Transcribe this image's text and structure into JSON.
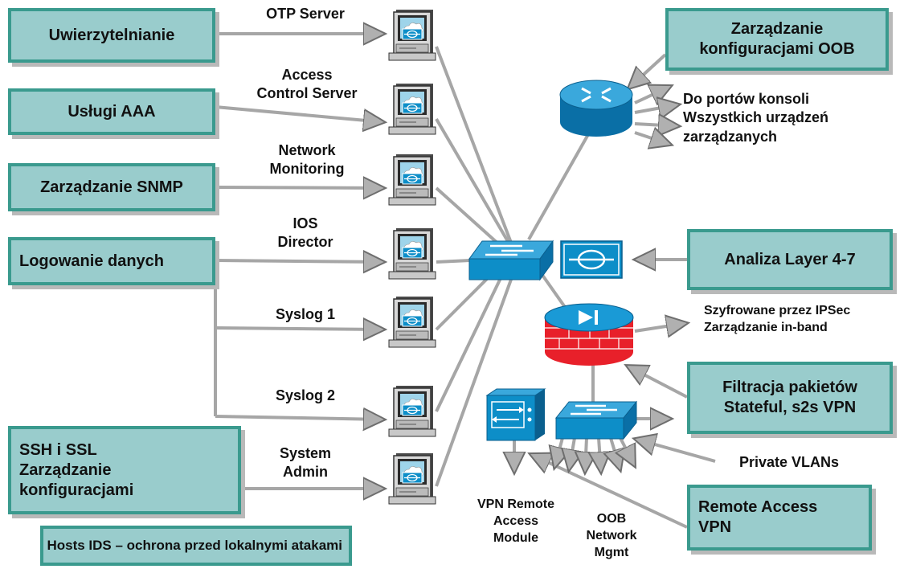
{
  "boxes": {
    "uwierzytelnianie": "Uwierzytelnianie",
    "uslugi_aaa": "Usługi AAA",
    "zarzadzanie_snmp": "Zarządzanie SNMP",
    "logowanie_danych": "Logowanie danych",
    "ssh_ssl": [
      "SSH i SSL",
      "Zarządzanie",
      "konfiguracjami"
    ],
    "zarzadzanie_oob": [
      "Zarządzanie",
      "konfiguracjami OOB"
    ],
    "analiza_layer": "Analiza Layer 4-7",
    "filtracja": [
      "Filtracja pakietów",
      "Stateful, s2s VPN"
    ],
    "remote_access": [
      "Remote Access",
      "VPN"
    ],
    "legend_text": [
      "Hosts IDS – ochrona",
      "przed lokalnymi atakami"
    ]
  },
  "labels": {
    "otp_server": "OTP Server",
    "acs": [
      "Access",
      "Control Server"
    ],
    "network_monitoring": [
      "Network",
      "Monitoring"
    ],
    "ios_director": [
      "IOS",
      "Director"
    ],
    "syslog1": "Syslog 1",
    "syslog2": "Syslog 2",
    "system_admin": [
      "System",
      "Admin"
    ],
    "do_portow": [
      "Do portów konsoli",
      "Wszystkich urządzeń",
      "zarządzanych"
    ],
    "szyfrowane": [
      "Szyfrowane przez IPSec",
      "Zarządzanie in-band"
    ],
    "private_vlans": "Private VLANs",
    "vpn_module": [
      "VPN Remote",
      "Access",
      "Module"
    ],
    "oob_mgmt": [
      "OOB",
      "Network",
      "Mgmt"
    ]
  },
  "icons": {
    "server": "server-with-ids-icon",
    "switch": "switch-icon",
    "ids": "ids-sensor-icon",
    "router": "router-icon",
    "firewall": "firewall-icon",
    "vpn": "vpn-concentrator-icon"
  },
  "colors": {
    "box_fill": "#99cccc",
    "box_border": "#3a9a8e",
    "device_blue": "#0d8ec8",
    "firewall_red": "#e8202a",
    "line_gray": "#aaaaaa"
  }
}
